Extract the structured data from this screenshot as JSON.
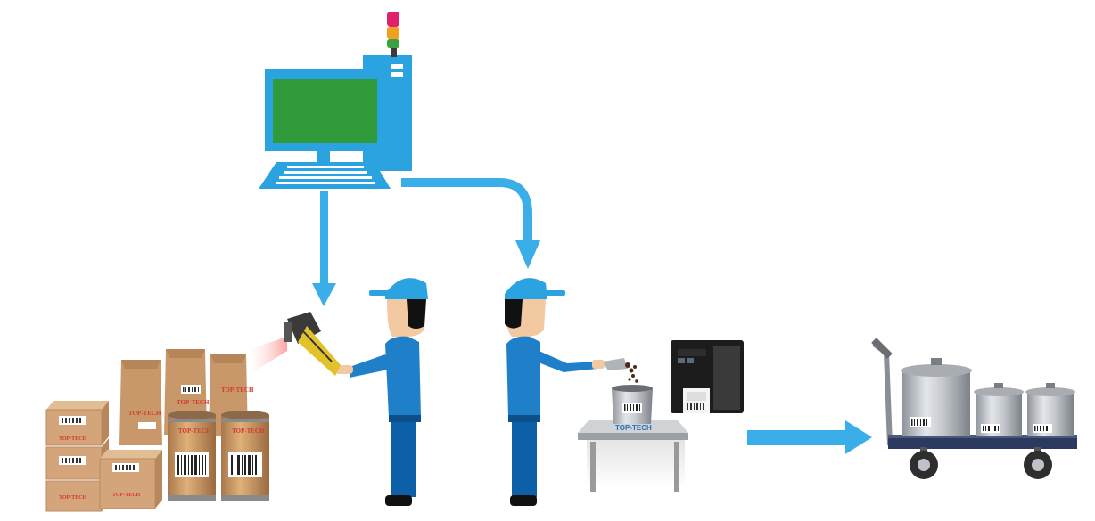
{
  "brand": {
    "bag_label": "TOP-TECH",
    "box_label": "TOP-TECH",
    "drum_label": "TOP-TECH",
    "scale_label": "TOP-TECH"
  },
  "colors": {
    "computer_blue": "#2aa3e0",
    "screen_green": "#2e9a3a",
    "arrow_blue": "#3aaee8",
    "shirt_blue": "#1f7fc8",
    "pants_blue": "#0d5fa8",
    "kraft": "#c9986a",
    "tower_light_red": "#e0206a",
    "tower_light_amber": "#f0a020",
    "tower_light_green": "#3aa040"
  },
  "icons": [
    "desktop-computer-icon",
    "signal-tower-light-icon",
    "arrow-icon",
    "worker-scanner-icon",
    "barcode-scanner-icon",
    "worker-weighing-icon",
    "label-printer-icon",
    "weighing-scale-icon",
    "trolley-with-containers-icon",
    "paper-bags-icon",
    "cardboard-boxes-icon",
    "fiber-drums-icon"
  ]
}
